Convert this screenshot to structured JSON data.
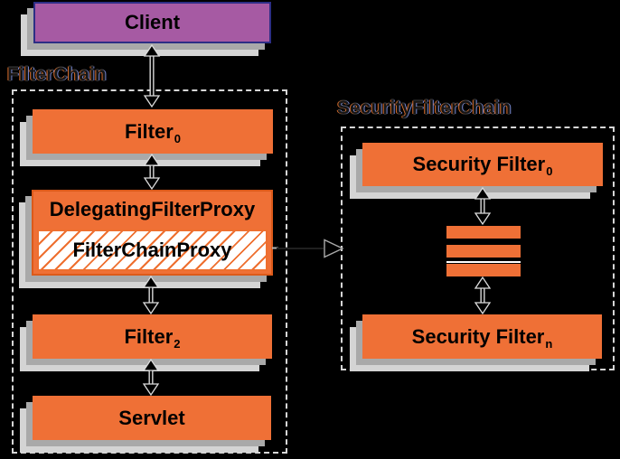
{
  "colors": {
    "bg": "#000000",
    "orange": "#EF7036",
    "orange-border": "#DC5A1A",
    "hatch": "#EE6F2F",
    "purple": "#A65AA3",
    "purple-border": "#2D2E85",
    "shadow1": "#A9A9A9",
    "shadow2": "#D4D4D4",
    "dash": "#D6D6D6"
  },
  "client": {
    "label": "Client"
  },
  "filter_chain": {
    "label": "FilterChain",
    "filter0": {
      "label": "Filter",
      "subscript": "0"
    },
    "delegating_filter_proxy": {
      "label": "DelegatingFilterProxy"
    },
    "filter_chain_proxy": {
      "label": "FilterChainProxy"
    },
    "filter2": {
      "label": "Filter",
      "subscript": "2"
    },
    "servlet": {
      "label": "Servlet"
    }
  },
  "security_filter_chain": {
    "label": "SecurityFilterChain",
    "security_filter0": {
      "label": "Security Filter",
      "subscript": "0"
    },
    "security_filtern": {
      "label": "Security Filter",
      "subscript": "n"
    },
    "stack_bar_count": 3
  }
}
